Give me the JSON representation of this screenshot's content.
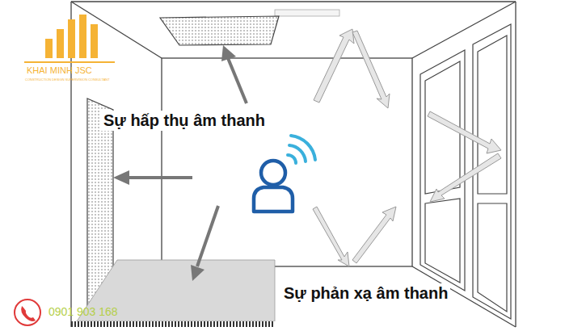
{
  "diagram": {
    "labels": [
      "Sự hấp thụ âm thanh",
      "Sự phản xạ âm thanh",
      "KHAI MINH JSC",
      "CONSTRUCTION DESIGN SUPERVISION CONSULTANT",
      "0901 903 168"
    ]
  }
}
